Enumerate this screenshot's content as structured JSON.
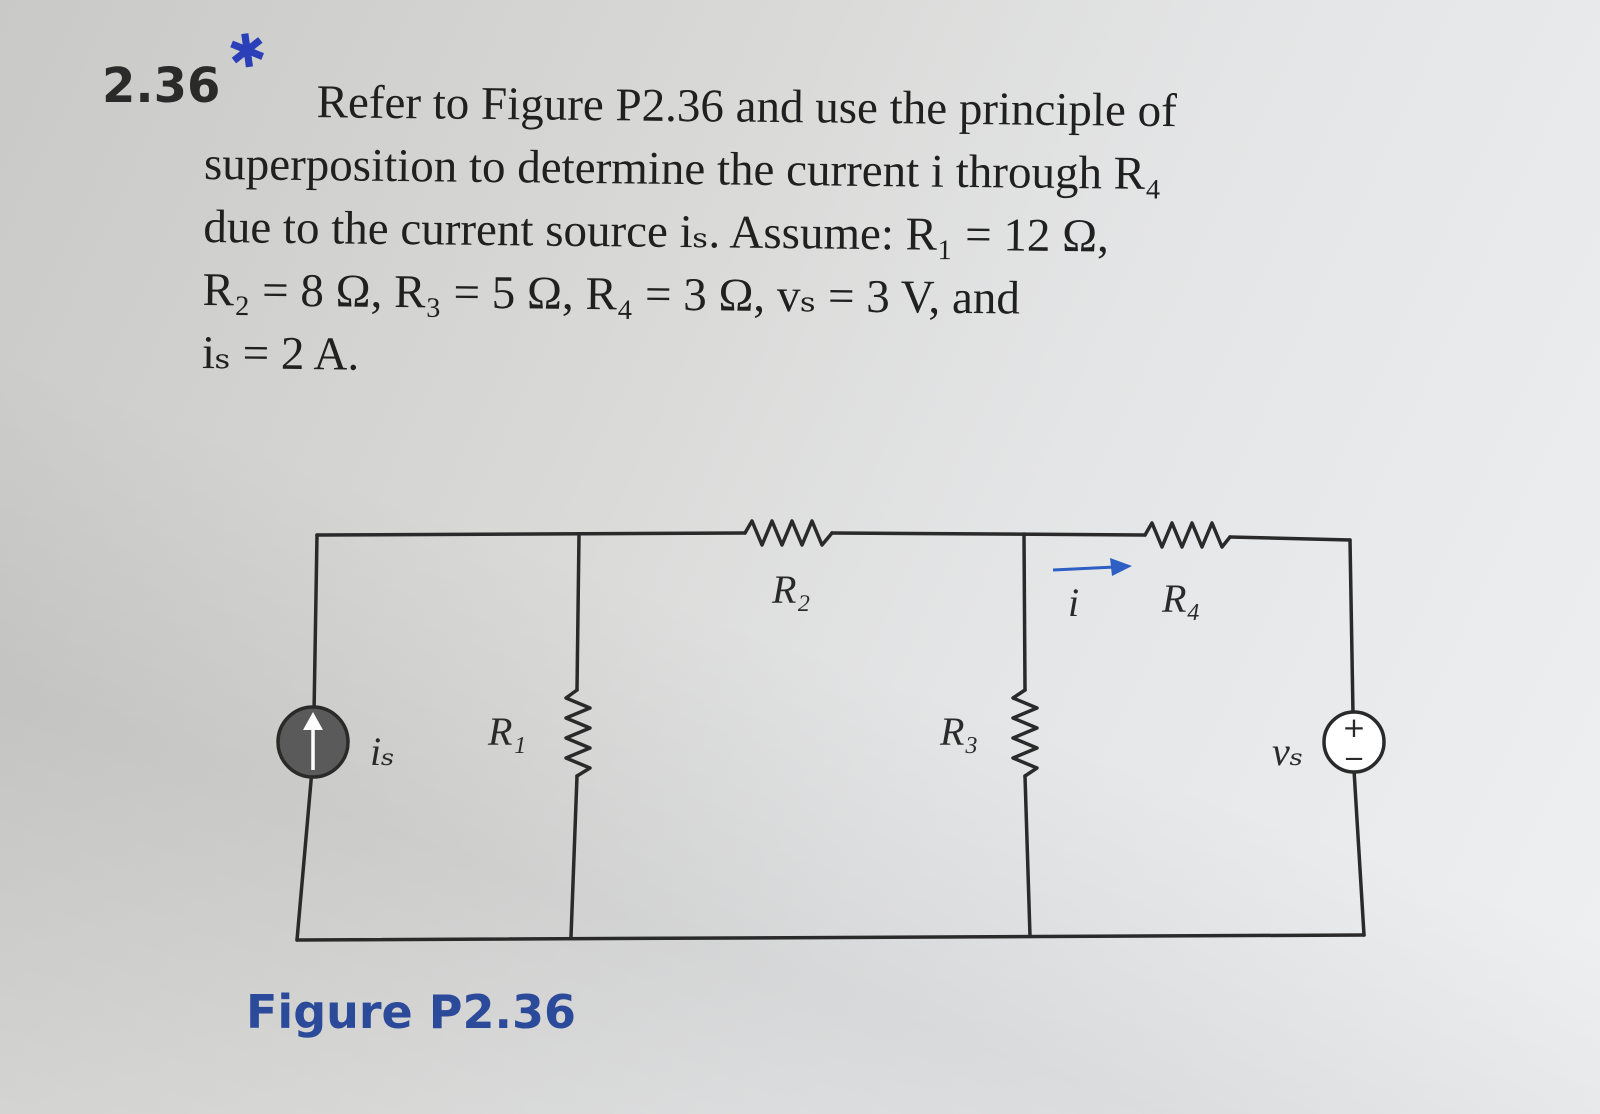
{
  "problem": {
    "number": "2.36",
    "mark": "✱",
    "lines": [
      "Refer to Figure P2.36 and use the principle of",
      "superposition to determine the current i through R₄",
      "due to the current source iₛ. Assume: R₁ = 12 Ω,",
      "R₂ = 8 Ω, R₃ = 5 Ω, R₄ = 3 Ω, vₛ = 3 V, and",
      "iₛ = 2 A."
    ]
  },
  "circuit": {
    "labels": {
      "is": "iₛ",
      "r1": "R₁",
      "r2": "R₂",
      "r3": "R₃",
      "r4": "R₄",
      "current": "i",
      "vs": "vₛ",
      "vs_plus": "+",
      "vs_minus": "−"
    },
    "colors": {
      "wire": "#2a2a2a",
      "arrow": "#2d5fc4",
      "source_fill": "#5a5a5a"
    }
  },
  "caption": "Figure P2.36"
}
